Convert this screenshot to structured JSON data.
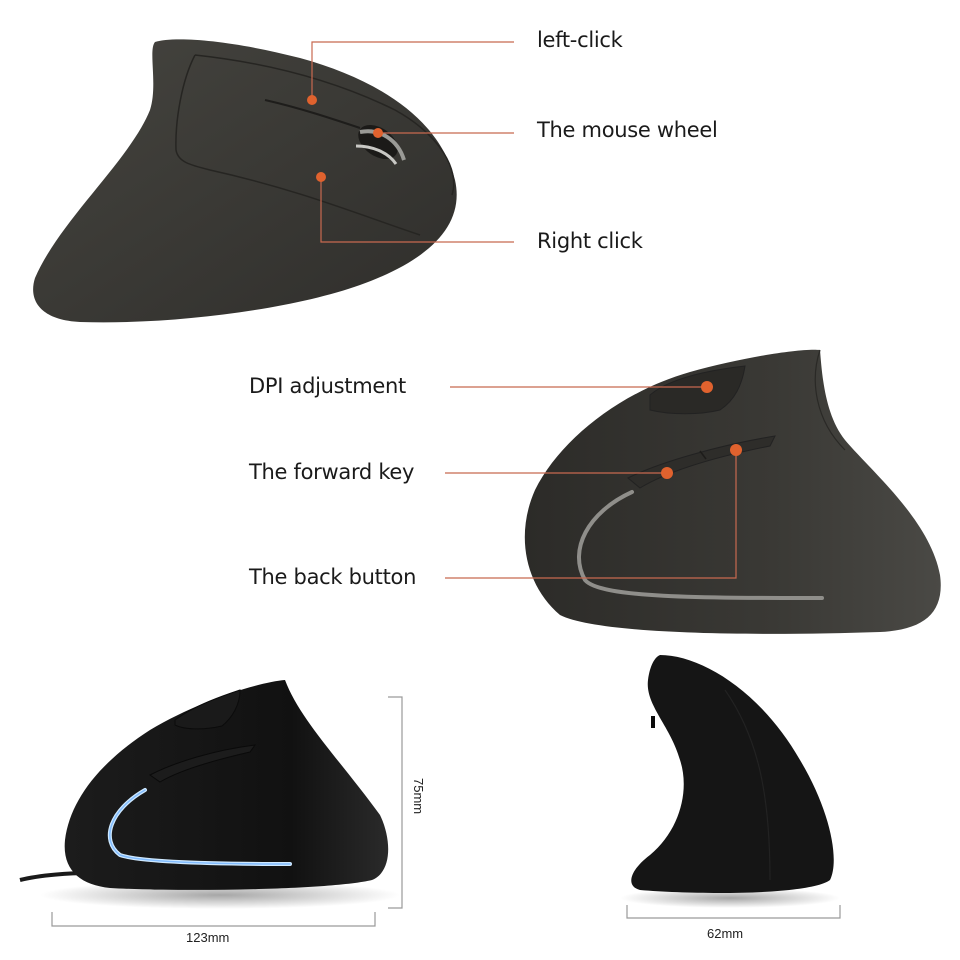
{
  "callouts": {
    "top_view": [
      {
        "id": "left-click",
        "label": "left-click"
      },
      {
        "id": "mouse-wheel",
        "label": "The mouse wheel"
      },
      {
        "id": "right-click",
        "label": "Right click"
      }
    ],
    "side_view": [
      {
        "id": "dpi",
        "label": "DPI adjustment"
      },
      {
        "id": "forward",
        "label": "The forward key"
      },
      {
        "id": "back",
        "label": "The back button"
      }
    ]
  },
  "dimensions": {
    "length": "123mm",
    "height": "75mm",
    "width": "62mm"
  },
  "colors": {
    "callout_line": "#c8694f",
    "callout_dot": "#e0622e",
    "mouse_body": "#3a3935",
    "mouse_black": "#141414",
    "led_blue": "#a9d6ff",
    "dimension_line": "#9a9a9a"
  }
}
